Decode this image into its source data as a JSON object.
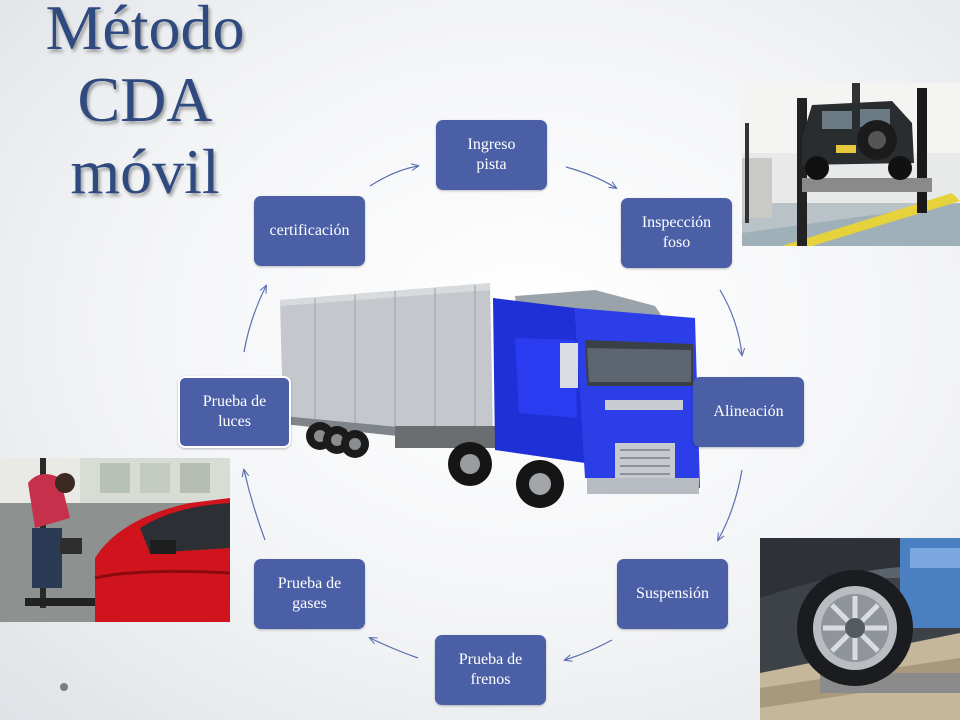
{
  "slide": {
    "title_lines": [
      "Método",
      "CDA",
      "móvil"
    ]
  },
  "cycle": {
    "steps": [
      {
        "id": "ingreso",
        "label": "Ingreso\npista"
      },
      {
        "id": "inspeccion",
        "label": "Inspección\nfoso"
      },
      {
        "id": "alineacion",
        "label": "Alineación"
      },
      {
        "id": "suspension",
        "label": "Suspensión"
      },
      {
        "id": "frenos",
        "label": "Prueba de\nfrenos"
      },
      {
        "id": "gases",
        "label": "Prueba de\ngases"
      },
      {
        "id": "luces",
        "label": "Prueba  de\nluces"
      },
      {
        "id": "certificacion",
        "label": "certificación"
      }
    ]
  },
  "colors": {
    "title": "#2f4a7f",
    "node_fill": "#4a5fa6",
    "arrow": "#5b6fb0",
    "truck_cab": "#2233dd",
    "trailer": "#b8bcc2"
  },
  "images": [
    {
      "name": "lift-suv-photo"
    },
    {
      "name": "headlight-test-photo"
    },
    {
      "name": "brake-test-wheel-photo"
    },
    {
      "name": "truck-illustration"
    }
  ]
}
